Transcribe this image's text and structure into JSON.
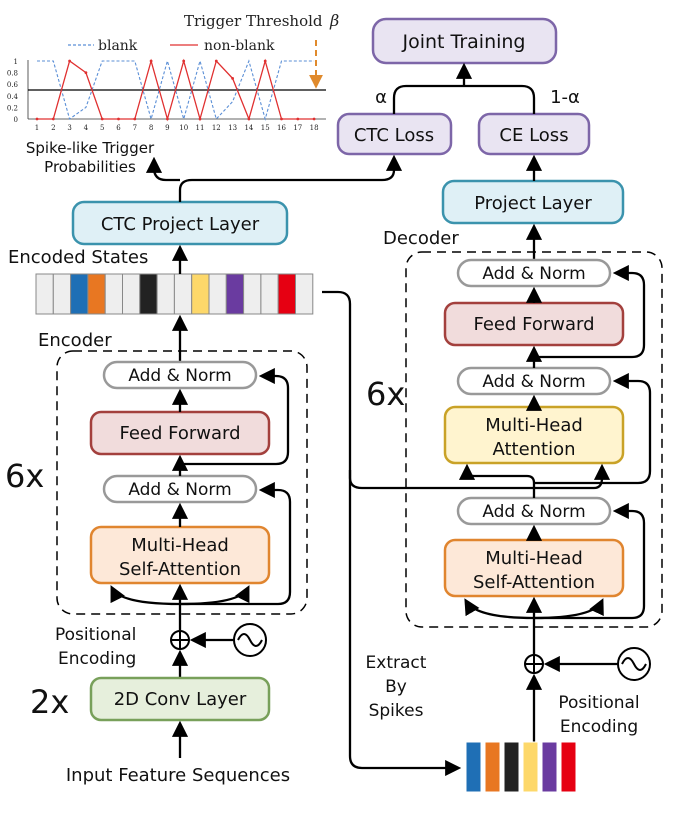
{
  "colors": {
    "joint_fill": "#e9e4f2",
    "joint_stroke": "#7d66a8",
    "proj_fill": "#dff0f6",
    "proj_stroke": "#3b93ad",
    "ff_fill": "#f1dcdc",
    "ff_stroke": "#a3403d",
    "mha_fill": "#fde8d8",
    "mha_stroke": "#e0852f",
    "cross_fill": "#fff4cf",
    "cross_stroke": "#c9a227",
    "conv_fill": "#e6efdc",
    "conv_stroke": "#78a05a",
    "norm_stroke": "#999999",
    "blank_line": "#5b8fd6",
    "nonblank_line": "#e03030",
    "threshold_arrow": "#e08a2c"
  },
  "inset": {
    "title": "Trigger Threshold",
    "beta": "β",
    "legend_blank": "blank",
    "legend_nonblank": "non-blank",
    "y_ticks": [
      "0",
      "0.2",
      "0.4",
      "0.6",
      "0.8",
      "1"
    ],
    "x_ticks": [
      "1",
      "2",
      "3",
      "4",
      "5",
      "6",
      "7",
      "8",
      "9",
      "10",
      "11",
      "12",
      "13",
      "14",
      "15",
      "16",
      "17",
      "18"
    ],
    "caption_line1": "Spike-like Trigger",
    "caption_line2": "Probabilities"
  },
  "chart_data": {
    "type": "line",
    "title": "Trigger Threshold β",
    "x": [
      1,
      2,
      3,
      4,
      5,
      6,
      7,
      8,
      9,
      10,
      11,
      12,
      13,
      14,
      15,
      16,
      17,
      18
    ],
    "series": [
      {
        "name": "blank",
        "values": [
          1,
          1,
          0,
          0.2,
          1,
          1,
          1,
          0,
          1,
          0,
          1,
          0,
          0.3,
          1,
          0,
          1,
          1,
          1
        ]
      },
      {
        "name": "non-blank",
        "values": [
          0,
          0,
          1,
          0.8,
          0,
          0,
          0,
          1,
          0,
          1,
          0,
          1,
          0.7,
          0,
          1,
          0,
          0,
          0
        ]
      }
    ],
    "threshold": 0.5,
    "ylim": [
      0,
      1
    ],
    "legend": "top"
  },
  "labels": {
    "joint_training": "Joint Training",
    "ctc_loss": "CTC Loss",
    "ce_loss": "CE Loss",
    "alpha": "α",
    "one_minus_alpha": "1-α",
    "ctc_project_layer": "CTC Project Layer",
    "project_layer": "Project Layer",
    "encoded_states": "Encoded States",
    "encoder": "Encoder",
    "decoder": "Decoder",
    "add_norm": "Add & Norm",
    "feed_forward": "Feed Forward",
    "mha_line1": "Multi-Head",
    "self_attention": "Self-Attention",
    "attention": "Attention",
    "six_x": "6x",
    "two_x": "2x",
    "positional": "Positional",
    "encoding": "Encoding",
    "conv_layer": "2D Conv Layer",
    "input_features": "Input Feature Sequences",
    "extract": "Extract",
    "by": "By",
    "spikes": "Spikes"
  },
  "encoded_state_cells": [
    "#eeeeee",
    "#eeeeee",
    "#1f6fb5",
    "#e87722",
    "#eeeeee",
    "#eeeeee",
    "#222222",
    "#eeeeee",
    "#eeeeee",
    "#fdd86a",
    "#eeeeee",
    "#6a3ba0",
    "#eeeeee",
    "#eeeeee",
    "#e60012",
    "#eeeeee"
  ],
  "spike_cells": [
    "#1f6fb5",
    "#e87722",
    "#222222",
    "#fdd86a",
    "#6a3ba0",
    "#e60012"
  ]
}
